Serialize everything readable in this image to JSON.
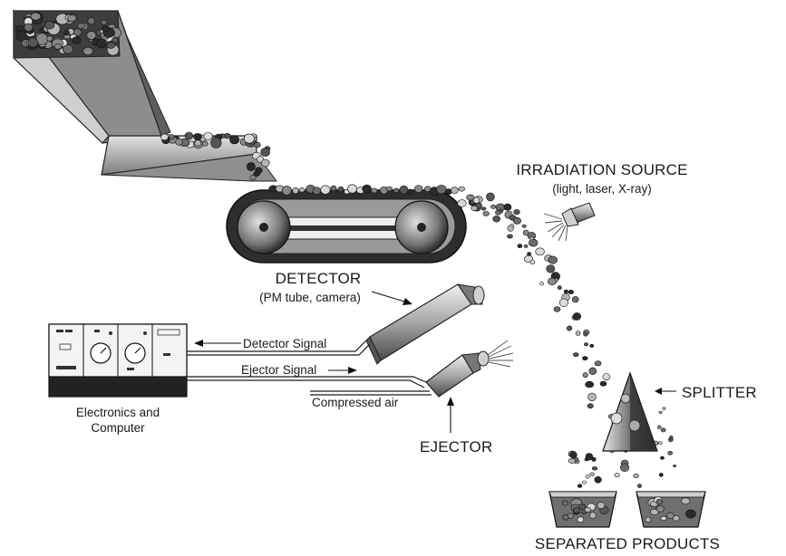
{
  "labels": {
    "irradiation_title": "IRRADIATION SOURCE",
    "irradiation_sub": "(light, laser, X-ray)",
    "detector_title": "DETECTOR",
    "detector_sub": "(PM tube, camera)",
    "detector_signal": "Detector Signal",
    "ejector_signal": "Ejector Signal",
    "compressed_air": "Compressed air",
    "electronics_line1": "Electronics and",
    "electronics_line2": "Computer",
    "ejector": "EJECTOR",
    "splitter": "SPLITTER",
    "separated_products": "SEPARATED PRODUCTS"
  },
  "icons": {
    "hopper": "hopper-icon",
    "conveyor": "conveyor-belt-icon",
    "lamp": "irradiation-lamp-icon",
    "detector": "detector-tube-icon",
    "ejector": "air-ejector-icon",
    "splitter": "splitter-icon",
    "bins": "product-bin-icon",
    "electronics": "electronics-cabinet-icon"
  },
  "colors": {
    "ink": "#1a1a1a",
    "metal_dark": "#3a3a3a",
    "metal_light": "#bdbdbd",
    "cabinet_base": "#222222"
  }
}
